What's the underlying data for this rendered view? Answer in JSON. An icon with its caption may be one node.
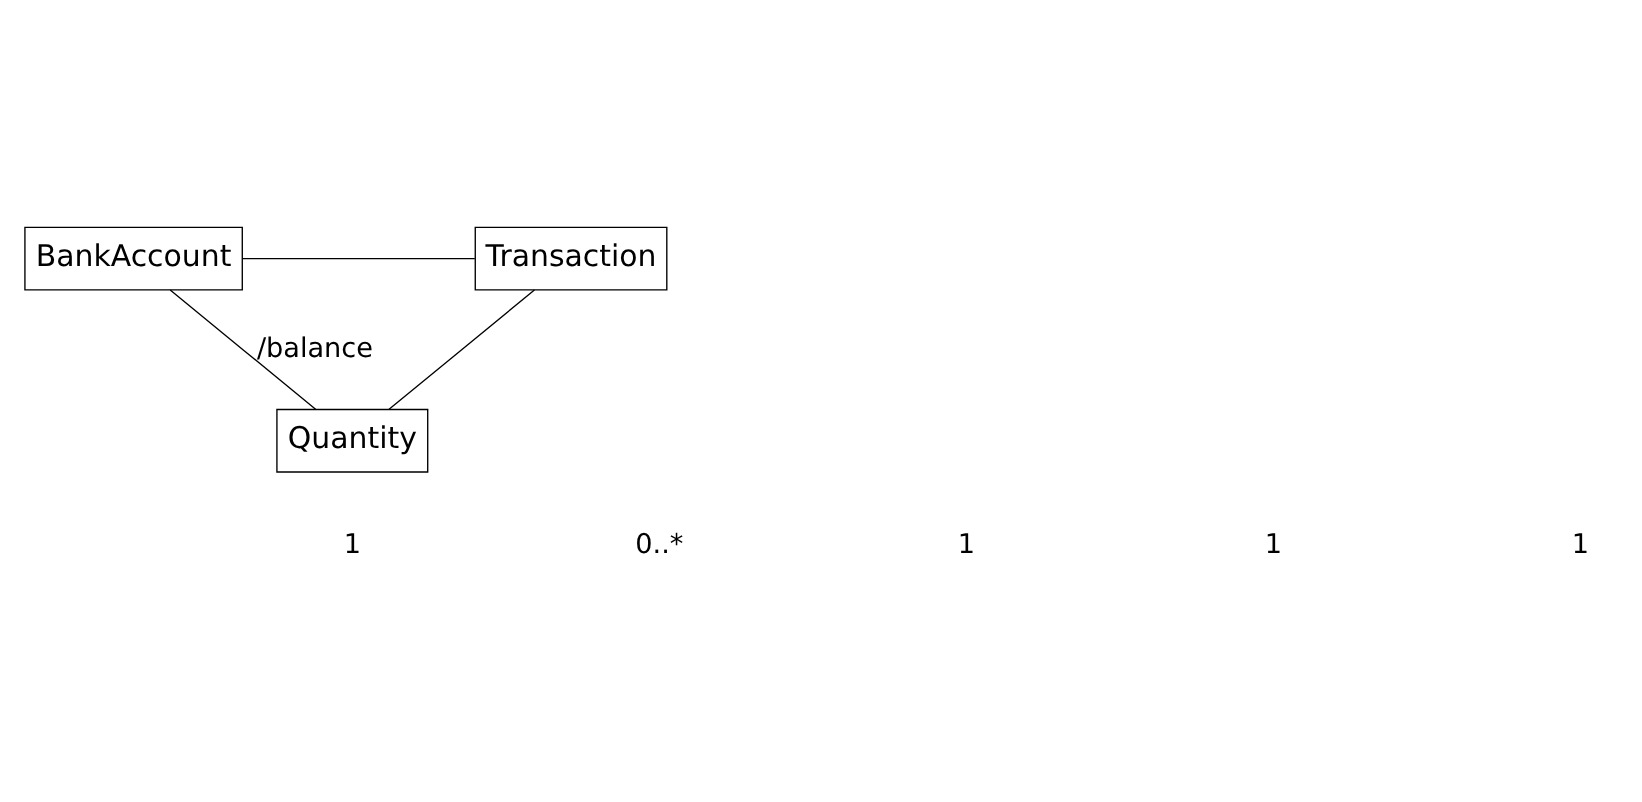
{
  "diagram": {
    "nodes": [
      {
        "text": [
          "BankAccount"
        ]
      },
      {
        "text": [
          "Transaction"
        ]
      },
      {
        "text": [
          "Quantity"
        ]
      }
    ],
    "edges": [
      {
        "from": 0,
        "to": 1,
        "arrow": "none"
      },
      {
        "from": 1,
        "to": 2,
        "arrow": "none"
      },
      {
        "from": 0,
        "to": 2,
        "arrow": "none",
        "label": "/balance"
      }
    ],
    "labels": [
      "1",
      "0..*",
      "1",
      "1",
      "1"
    ]
  }
}
